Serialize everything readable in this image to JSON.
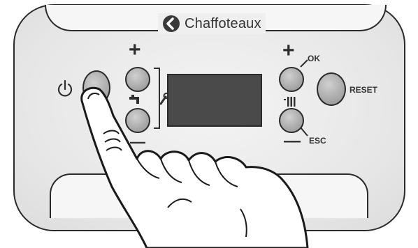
{
  "brand": {
    "name": "Chaffoteaux"
  },
  "controls": {
    "plus_left": "+",
    "minus_left": "—",
    "plus_right": "+",
    "minus_right": "—",
    "ok_label": "OK",
    "esc_label": "ESC",
    "reset_label": "RESET"
  },
  "icons": [
    "power-icon",
    "tap-icon",
    "wrench-icon",
    "radiator-icon",
    "hand-pointer"
  ],
  "colors": {
    "panel": "#e6e6e6",
    "button": "#a9a9a9",
    "display": "#4a4a4a",
    "outline": "#2a2a2a"
  }
}
